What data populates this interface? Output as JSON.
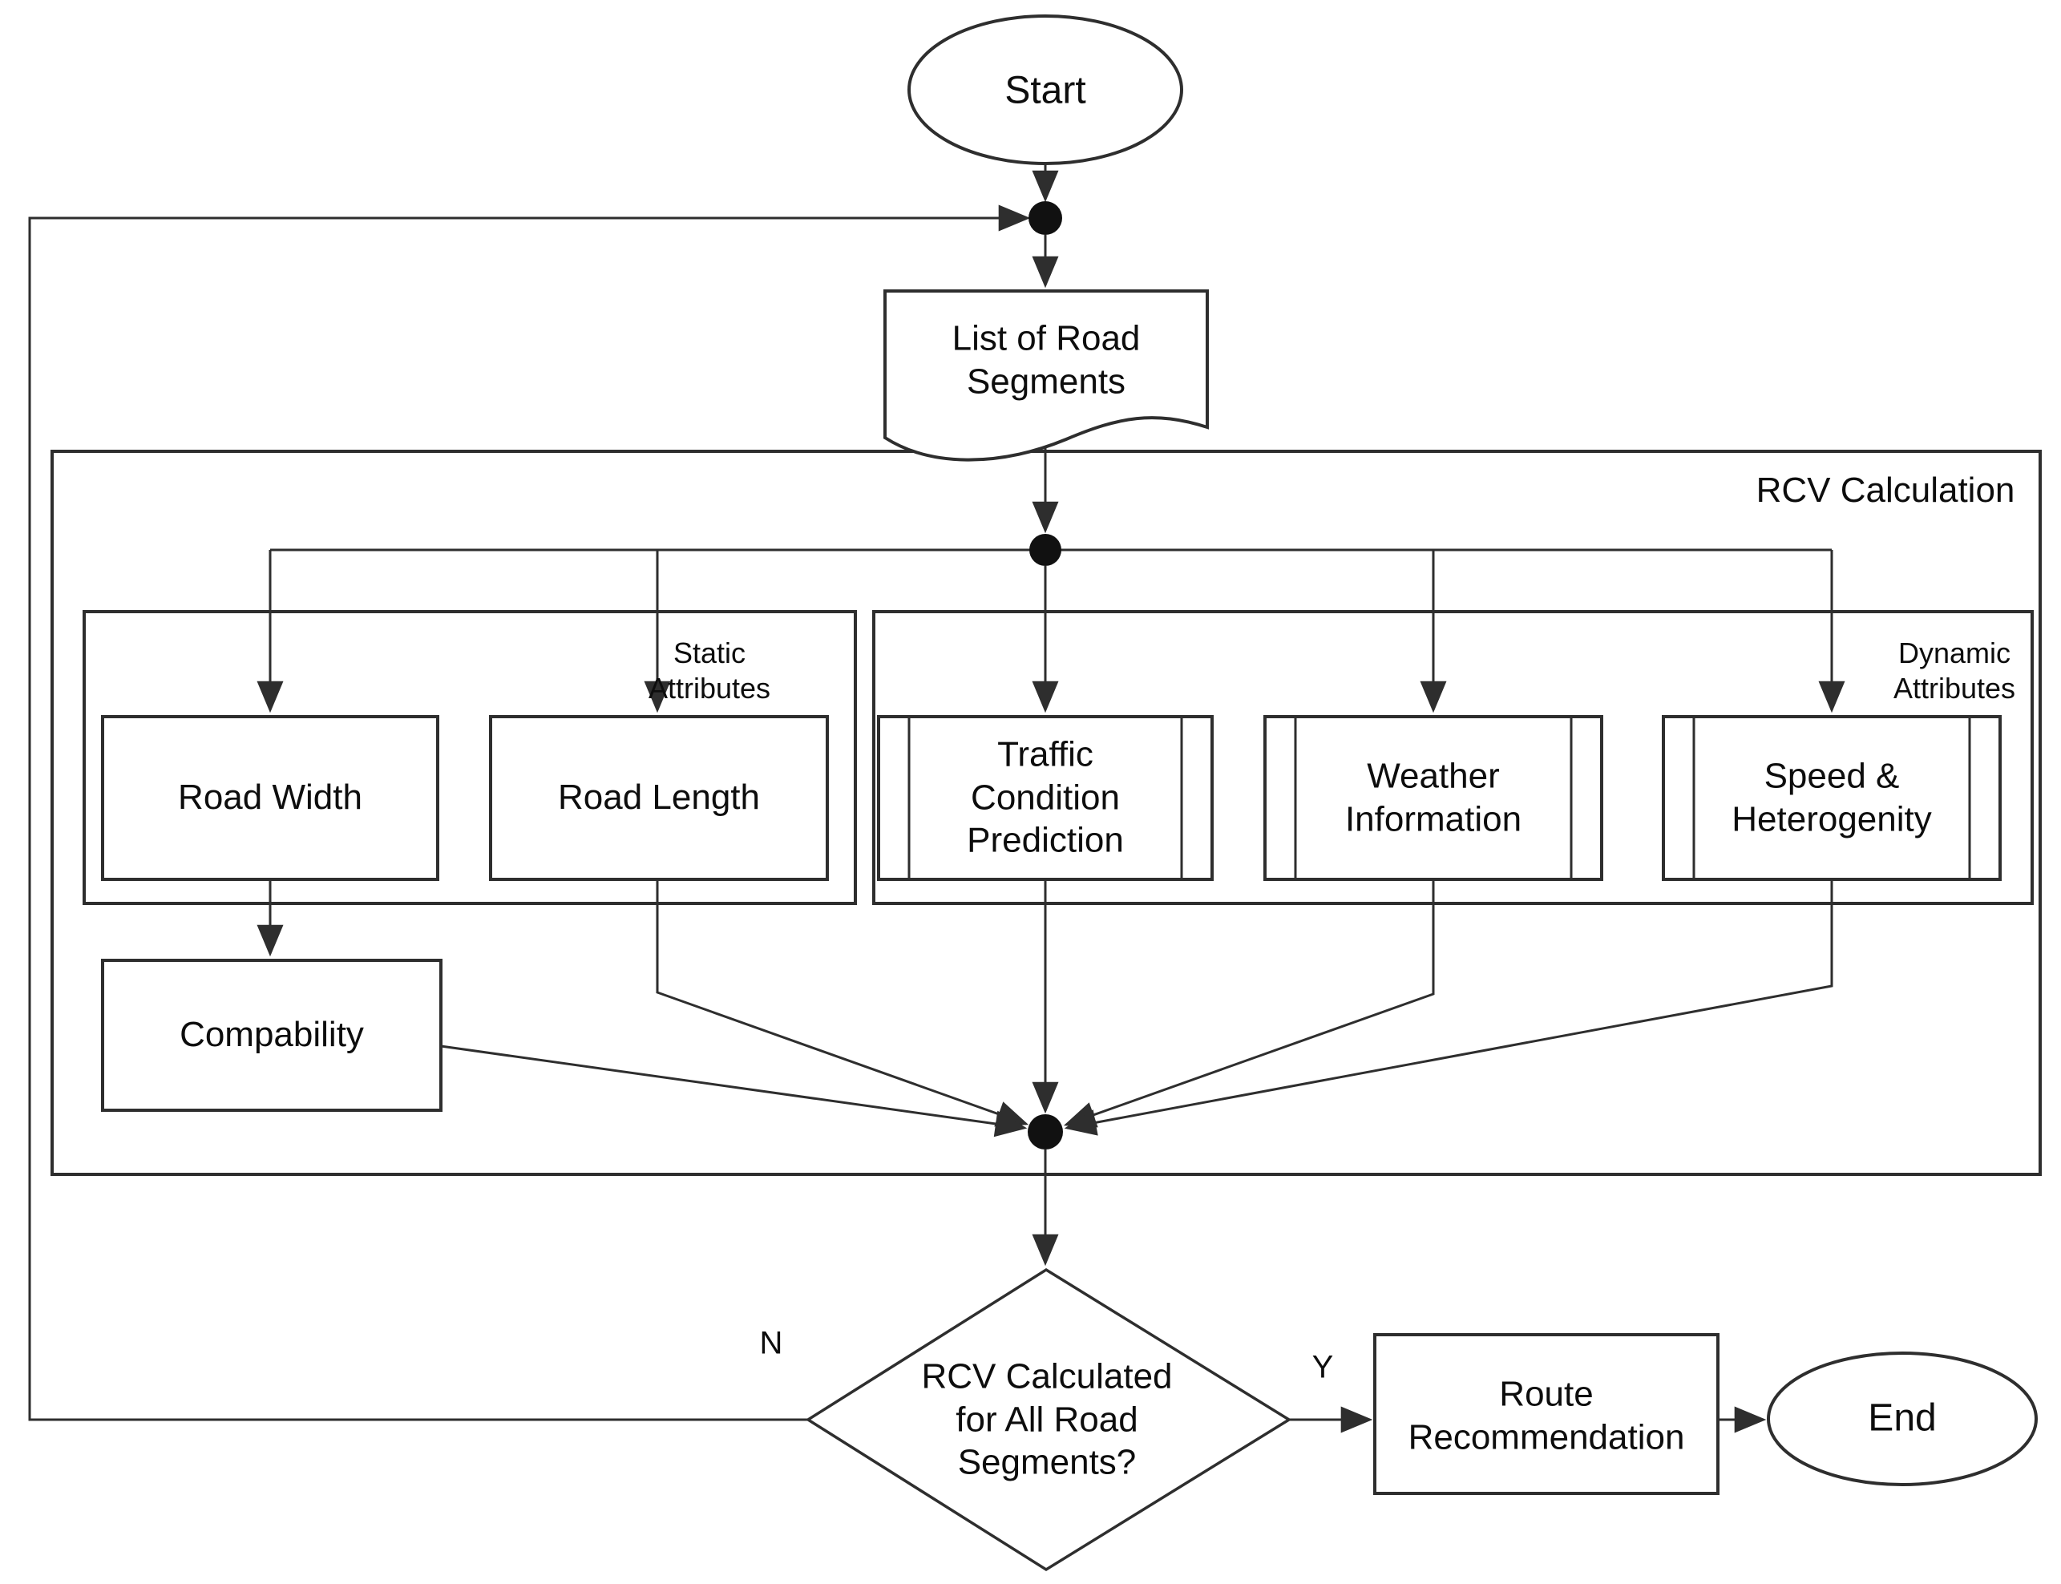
{
  "flowchart": {
    "start_label": "Start",
    "road_segments_label": "List of Road\nSegments",
    "rcv_group_label": "RCV Calculation",
    "static_group_label": "Static\nAttributes",
    "dynamic_group_label": "Dynamic\nAttributes",
    "road_width_label": "Road Width",
    "road_length_label": "Road Length",
    "traffic_label": "Traffic\nCondition\nPrediction",
    "weather_label": "Weather\nInformation",
    "speed_label": "Speed &\nHeterogenity",
    "compability_label": "Compability",
    "decision_label": "RCV Calculated\nfor All Road\nSegments?",
    "route_label": "Route\nRecommendation",
    "end_label": "End",
    "branch_yes": "Y",
    "branch_no": "N"
  },
  "colors": {
    "ink": "#2e2e2e",
    "text": "#0d0d0d",
    "background": "#ffffff"
  }
}
